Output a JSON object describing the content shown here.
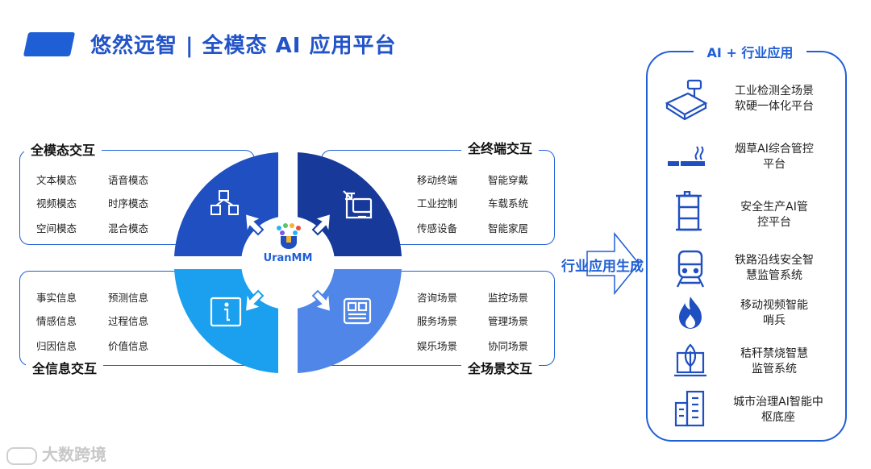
{
  "header": {
    "title": "悠然远智 | 全模态 AI 应用平台"
  },
  "center": {
    "label": "UranMM"
  },
  "quadrants": {
    "top_left": {
      "title": "全模态交互",
      "items": [
        "文本模态",
        "语音模态",
        "视频模态",
        "时序模态",
        "空间模态",
        "混合模态"
      ],
      "color": "#1f4fc0"
    },
    "top_right": {
      "title": "全终端交互",
      "items": [
        "移动终端",
        "智能穿戴",
        "工业控制",
        "车载系统",
        "传感设备",
        "智能家居"
      ],
      "color": "#173a9a"
    },
    "bottom_left": {
      "title": "全信息交互",
      "items": [
        "事实信息",
        "预测信息",
        "情感信息",
        "过程信息",
        "归因信息",
        "价值信息"
      ],
      "color": "#1aa0ee"
    },
    "bottom_right": {
      "title": "全场景交互",
      "items": [
        "咨询场景",
        "监控场景",
        "服务场景",
        "管理场景",
        "娱乐场景",
        "协同场景"
      ],
      "color": "#4f86e8"
    }
  },
  "arrow": {
    "label": "行业应用生成"
  },
  "applications": {
    "title": "AI + 行业应用",
    "items": [
      {
        "line1": "工业检测全场景",
        "line2": "软硬一体化平台",
        "icon": "industrial-scanner-icon"
      },
      {
        "line1": "烟草AI综合管控",
        "line2": "平台",
        "icon": "cigarette-icon"
      },
      {
        "line1": "安全生产AI管",
        "line2": "控平台",
        "icon": "barrel-icon"
      },
      {
        "line1": "铁路沿线安全智",
        "line2": "慧监管系统",
        "icon": "train-icon"
      },
      {
        "line1": "移动视频智能",
        "line2": "哨兵",
        "icon": "fire-icon"
      },
      {
        "line1": "秸秆禁烧智慧",
        "line2": "监管系统",
        "icon": "plant-icon"
      },
      {
        "line1": "城市治理AI智能中",
        "line2": "枢底座",
        "icon": "building-icon"
      }
    ]
  },
  "watermark": {
    "text": "大数跨境"
  }
}
